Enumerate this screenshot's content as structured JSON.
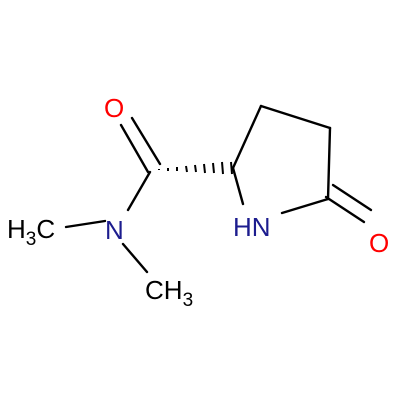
{
  "molecule": {
    "atoms": {
      "oxygen_amide": {
        "symbol": "O",
        "color": "#ff0000"
      },
      "oxygen_lactam": {
        "symbol": "O",
        "color": "#ff0000"
      },
      "nitrogen_amide": {
        "symbol": "N",
        "color": "#1c1c8e"
      },
      "nitrogen_ring": {
        "symbol": "HN",
        "color": "#1c1c8e"
      },
      "methyl_left": {
        "symbol": "H",
        "subscript": "3",
        "suffix": "C",
        "color": "#000000"
      },
      "methyl_bottom": {
        "symbol": "CH",
        "subscript": "3",
        "color": "#000000"
      }
    },
    "bond_color": "#000000"
  }
}
